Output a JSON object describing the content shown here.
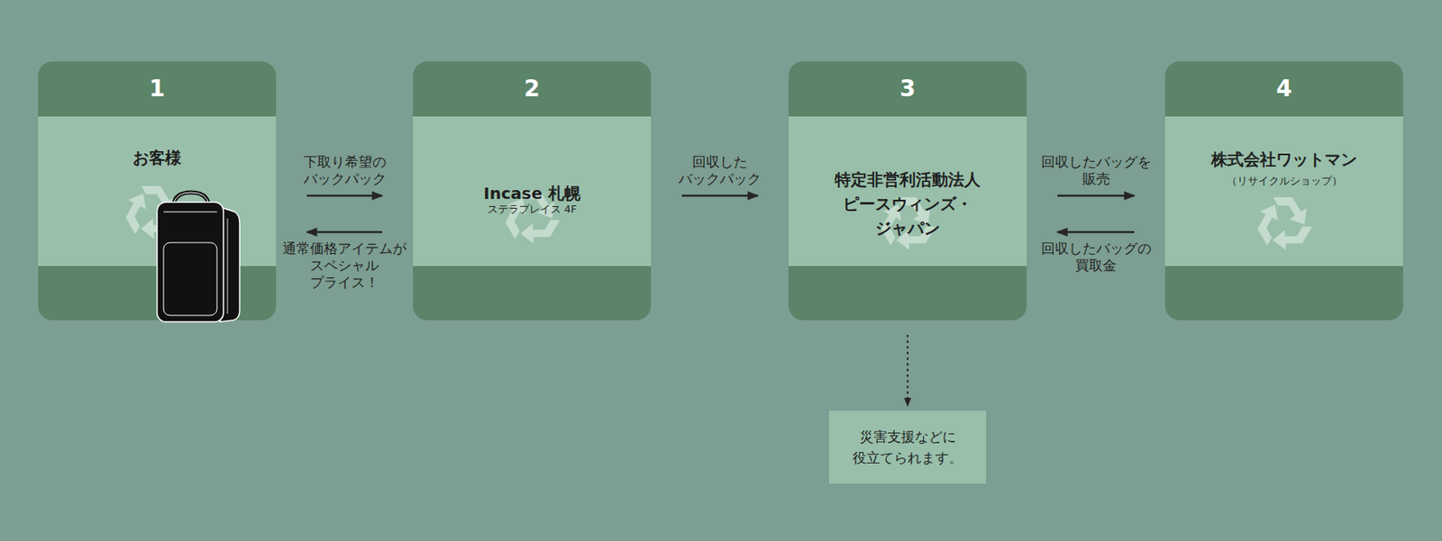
{
  "diagram": {
    "nodes": [
      {
        "text": [
          "1",
          "お客様"
        ]
      },
      {
        "text": [
          "2",
          "Incase 札幌",
          "ステラプレイス 4F"
        ]
      },
      {
        "text": [
          "3",
          "特定非営利活動法人 ピースウィンズ・ジャパン"
        ]
      },
      {
        "text": [
          "4",
          "株式会社ワットマン",
          "（リサイクルショップ）"
        ]
      },
      {
        "text": [
          "災害支援などに 役立てられます。"
        ]
      }
    ],
    "edges": [
      {
        "from": 0,
        "to": 1,
        "label": "下取り希望の バックパック",
        "arrow": "to"
      },
      {
        "from": 1,
        "to": 0,
        "label": "通常価格アイテムが スペシャル プライス！",
        "arrow": "to"
      },
      {
        "from": 1,
        "to": 2,
        "label": "回収した バックパック",
        "arrow": "to"
      },
      {
        "from": 2,
        "to": 3,
        "label": "回収したバッグを 販売",
        "arrow": "to"
      },
      {
        "from": 3,
        "to": 2,
        "label": "回収したバッグの 買取金",
        "arrow": "to"
      },
      {
        "from": 2,
        "to": 4,
        "arrow": "to"
      }
    ]
  }
}
